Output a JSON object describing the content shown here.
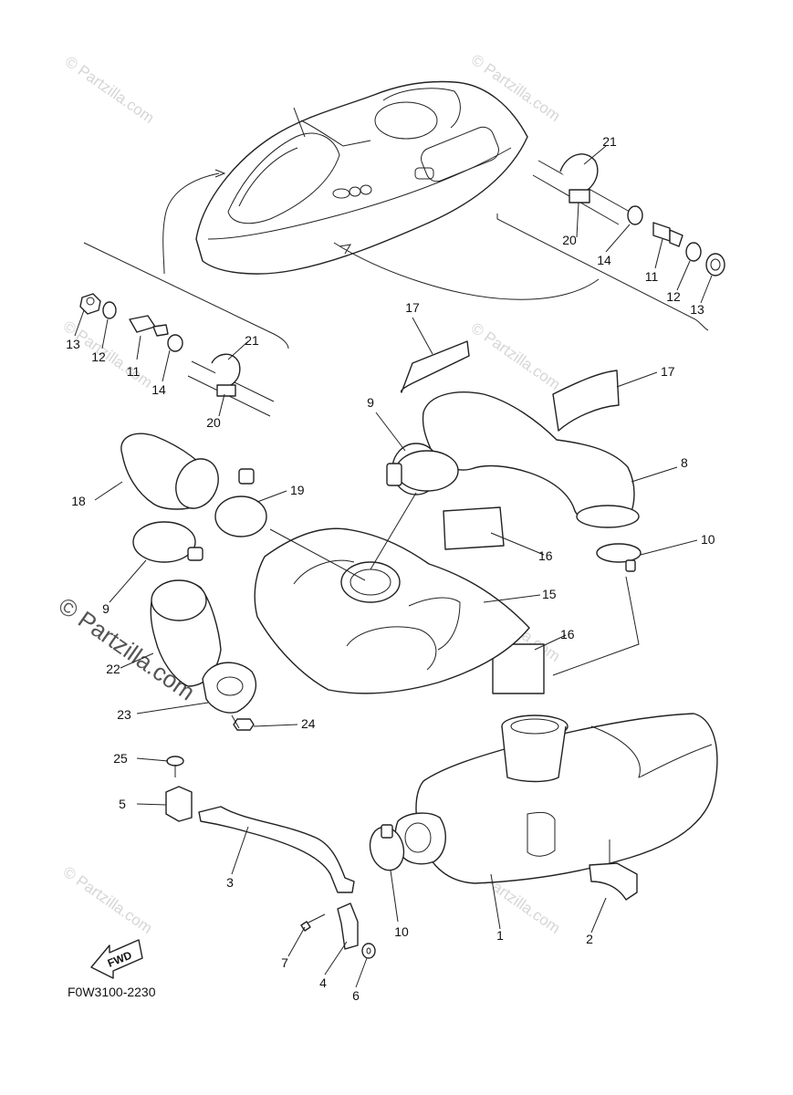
{
  "diagram_code": "F0W3100-2230",
  "fwd_label": "FWD",
  "watermark_text": "© Partzilla.com",
  "parts": [
    {
      "label": "1"
    },
    {
      "label": "2"
    },
    {
      "label": "3"
    },
    {
      "label": "4"
    },
    {
      "label": "5"
    },
    {
      "label": "6"
    },
    {
      "label": "7"
    },
    {
      "label": "8"
    },
    {
      "label": "9"
    },
    {
      "label": "9"
    },
    {
      "label": "10"
    },
    {
      "label": "10"
    },
    {
      "label": "11"
    },
    {
      "label": "11"
    },
    {
      "label": "12"
    },
    {
      "label": "12"
    },
    {
      "label": "13"
    },
    {
      "label": "13"
    },
    {
      "label": "14"
    },
    {
      "label": "14"
    },
    {
      "label": "15"
    },
    {
      "label": "16"
    },
    {
      "label": "16"
    },
    {
      "label": "17"
    },
    {
      "label": "17"
    },
    {
      "label": "18"
    },
    {
      "label": "19"
    },
    {
      "label": "20"
    },
    {
      "label": "20"
    },
    {
      "label": "21"
    },
    {
      "label": "21"
    },
    {
      "label": "22"
    },
    {
      "label": "23"
    },
    {
      "label": "24"
    },
    {
      "label": "25"
    }
  ],
  "colors": {
    "line": "#222222",
    "watermark": "#d6d6d6",
    "background": "#ffffff"
  }
}
